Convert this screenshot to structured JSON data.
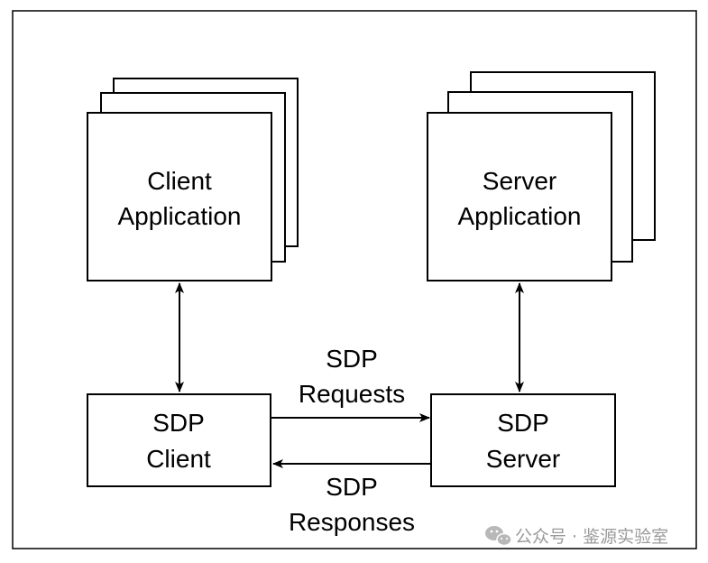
{
  "colors": {
    "stroke": "#000000",
    "background": "#ffffff",
    "watermark": "#9a9a9a"
  },
  "client_app": {
    "line1": "Client",
    "line2": "Application"
  },
  "server_app": {
    "line1": "Server",
    "line2": "Application"
  },
  "sdp_client": {
    "line1": "SDP",
    "line2": "Client"
  },
  "sdp_server": {
    "line1": "SDP",
    "line2": "Server"
  },
  "requests_label": {
    "line1": "SDP",
    "line2": "Requests"
  },
  "responses_label": {
    "line1": "SDP",
    "line2": "Responses"
  },
  "watermark": {
    "icon": "wechat-icon",
    "text": "公众号 · 鉴源实验室"
  }
}
